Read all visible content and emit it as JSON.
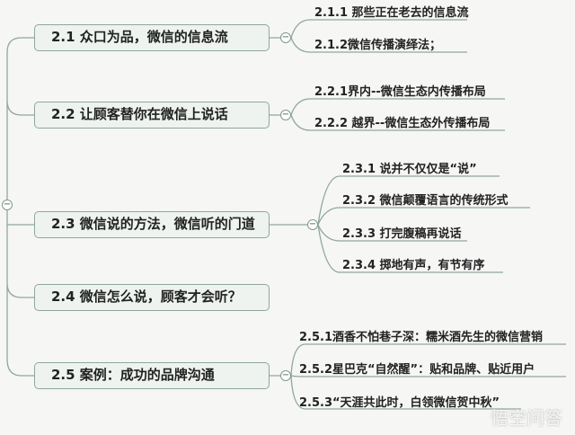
{
  "topics": [
    {
      "label": "2.1  众口为品，微信的信息流",
      "children": [
        "2.1.1 那些正在老去的信息流",
        "2.1.2微信传播演绎法；"
      ]
    },
    {
      "label": "2.2  让顾客替你在微信上说话",
      "children": [
        "2.2.1界内--微信生态内传播布局",
        "2.2.2 越界--微信生态外传播布局"
      ]
    },
    {
      "label": "2.3  微信说的方法，微信听的门道",
      "children": [
        "2.3.1 说并不仅仅是“说”",
        "2.3.2 微信颠覆语言的传统形式",
        "2.3.3 打完腹稿再说话",
        "2.3.4   掷地有声，有节有序"
      ]
    },
    {
      "label": "2.4  微信怎么说，顾客才会听？",
      "children": []
    },
    {
      "label": "2.5  案例：成功的品牌沟通",
      "children": [
        "2.5.1酒香不怕巷子深：糯米酒先生的微信营销",
        "2.5.2星巴克“自然醒”：贴和品牌、贴近用户",
        "2.5.3“天涯共此时，白领微信贺中秋”"
      ]
    }
  ],
  "collapse_symbol": "−",
  "watermark": "悟空问答",
  "colors": {
    "line": "#8fa89a",
    "box": "#eef3ef"
  }
}
